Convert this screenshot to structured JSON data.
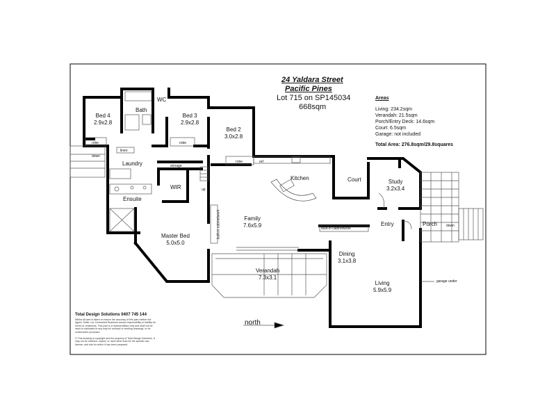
{
  "header": {
    "address": "24 Yaldara Street",
    "suburb": "Pacific Pines",
    "lot": "Lot 715 on SP145034",
    "land_area": "668sqm"
  },
  "areas": {
    "heading": "Areas",
    "living": "Living:  234.2sqm",
    "verandah": "Verandah:  21.5sqm",
    "porch": "Porch/Entry Deck:  14.6sqm",
    "court": "Court: 6.5sqm",
    "garage": "Garage: not included",
    "total": "Total Area:  276.8sqm/29.8squares"
  },
  "rooms": {
    "bed4": {
      "name": "Bed 4",
      "size": "2.9x2.8"
    },
    "bath": {
      "name": "Bath"
    },
    "wc": {
      "name": "WC"
    },
    "bed3": {
      "name": "Bed 3",
      "size": "2.9x2.8"
    },
    "bed2": {
      "name": "Bed 2",
      "size": "3.0x2.8"
    },
    "laundry": {
      "name": "Laundry"
    },
    "wir": {
      "name": "WIR"
    },
    "ensuite": {
      "name": "Ensuite"
    },
    "master": {
      "name": "Master Bed",
      "size": "5.0x5.0"
    },
    "family": {
      "name": "Family",
      "size": "7.6x5.9"
    },
    "kitchen": {
      "name": "Kitchen"
    },
    "court": {
      "name": "Court"
    },
    "study": {
      "name": "Study",
      "size": "3.2x3.4"
    },
    "entry": {
      "name": "Entry"
    },
    "porch": {
      "name": "Porch"
    },
    "dining": {
      "name": "Dining",
      "size": "3.1x3.8"
    },
    "living": {
      "name": "Living",
      "size": "5.9x5.9"
    },
    "verandah": {
      "name": "Verandah",
      "size": "7.3x3.1"
    }
  },
  "labels": {
    "robe": "robe",
    "linen": "linen",
    "storage": "storage",
    "down": "down",
    "up": "up",
    "ref": "ref",
    "builtin": "built-in cabinetwork",
    "garage_under": "garage under",
    "north": "north"
  },
  "footer": {
    "company": "Total Design Solutions 0407 745 144",
    "disclaimer1": "Whilst all care is taken to ensure the accuracy of this plan neither the Agent, Seller, nor Contracted Business accept responsibility or liability for errors or omissions. This plan is a representation only and shall not be used or replicated in any way for concept or working drawings, or for construction purposes.",
    "disclaimer2": "© This drawing is copyright and the property of Total Design Solutions. It may not be retained, copied, or used other than for the specific use, license, and site for which it has been prepared."
  },
  "colors": {
    "wall": "#000000",
    "line": "#444444",
    "border": "#000000"
  }
}
